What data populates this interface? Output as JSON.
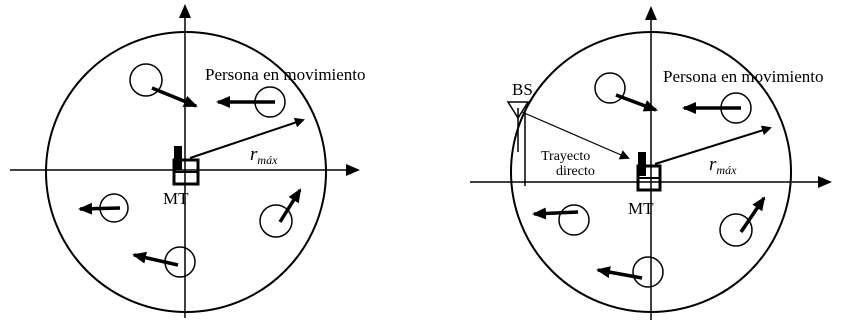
{
  "left_panel": {
    "person_label": "Persona en movimiento",
    "radius_symbol": "r",
    "radius_subscript": "máx",
    "terminal_label": "MT"
  },
  "right_panel": {
    "person_label": "Persona en movimiento",
    "radius_symbol": "r",
    "radius_subscript": "máx",
    "terminal_label": "MT",
    "base_station_label": "BS",
    "direct_path_label_line1": "Trayecto",
    "direct_path_label_line2": "directo"
  }
}
